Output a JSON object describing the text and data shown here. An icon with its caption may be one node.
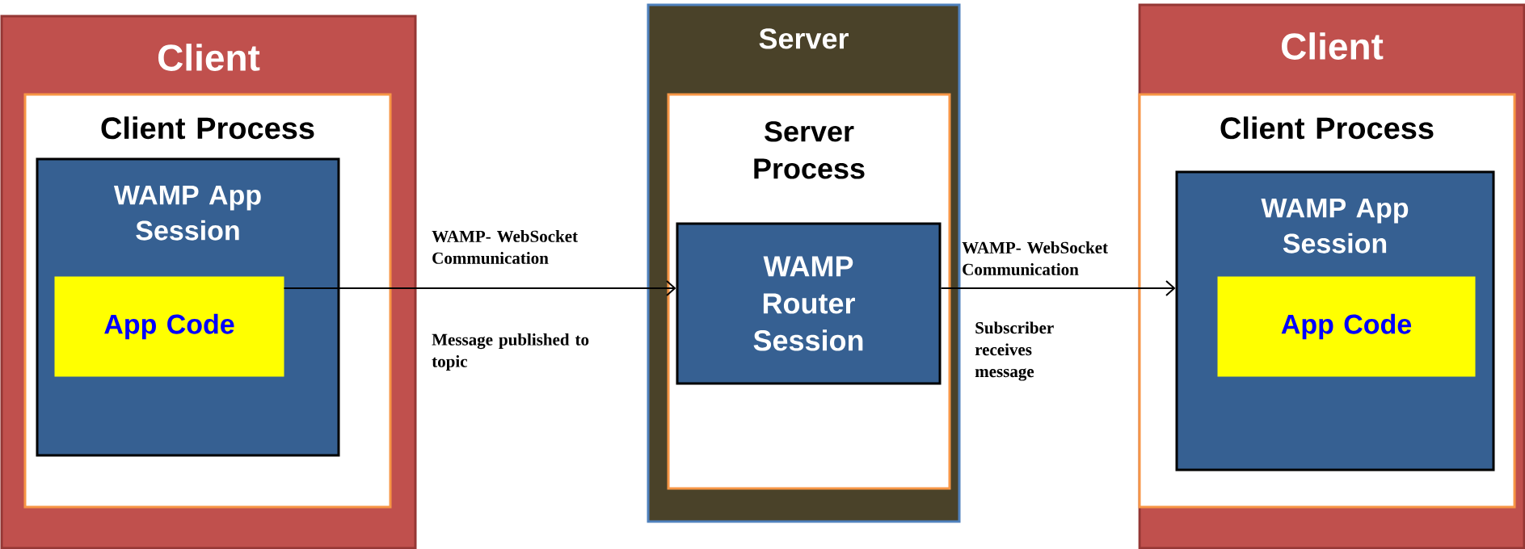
{
  "diagram": {
    "nodes": [
      {
        "text": [
          "Client"
        ]
      },
      {
        "text": [
          "Client Process"
        ],
        "in": 0
      },
      {
        "text": [
          "WAMP App Session"
        ],
        "in": 1
      },
      {
        "text": [
          "App Code"
        ],
        "in": 2
      },
      {
        "text": [
          "Server"
        ]
      },
      {
        "text": [
          "Server Process"
        ],
        "in": 4
      },
      {
        "text": [
          "WAMP Router Session"
        ],
        "in": 5
      },
      {
        "text": [
          "Client"
        ]
      },
      {
        "text": [
          "Client Process"
        ],
        "in": 7
      },
      {
        "text": [
          "WAMP App Session"
        ],
        "in": 8
      },
      {
        "text": [
          "App Code"
        ],
        "in": 9
      }
    ],
    "edges": [
      {
        "from": 3,
        "to": 6,
        "arrow": "to",
        "label": "WAMP- WebSocket Communication"
      },
      {
        "from": 6,
        "to": 9,
        "arrow": "to",
        "label": "WAMP- WebSocket Communication"
      }
    ],
    "labels": [
      "Message published to topic",
      "Subscriber receives message"
    ]
  }
}
